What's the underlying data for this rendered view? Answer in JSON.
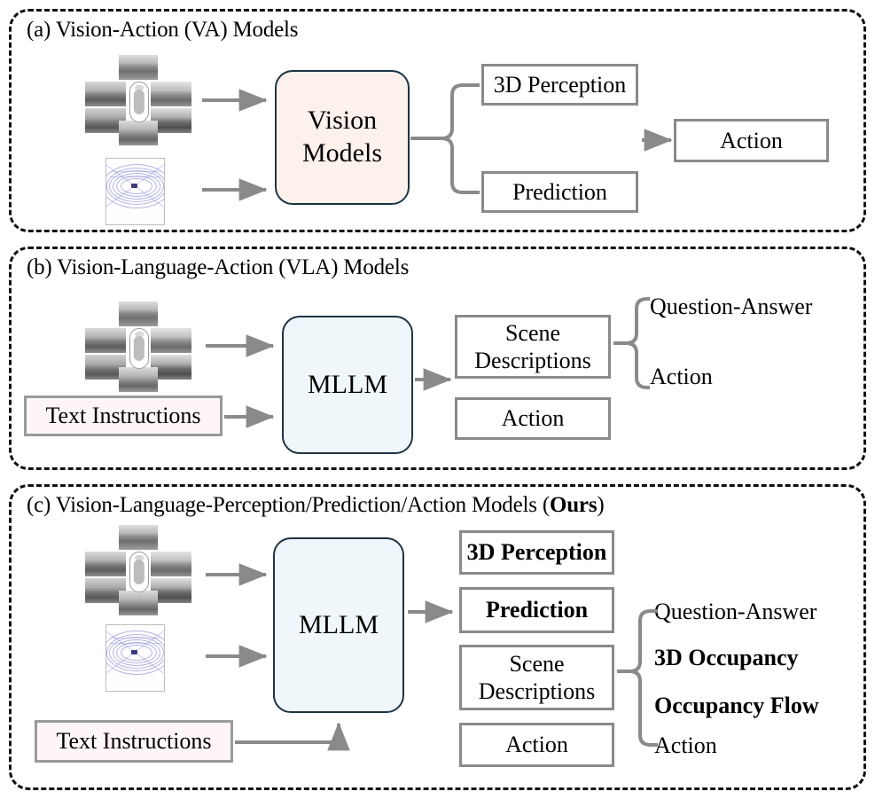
{
  "figure": {
    "type": "diagram",
    "description": "Three-panel comparison of autonomous-driving model paradigms"
  },
  "panels": [
    {
      "id": "a",
      "title_plain": "(a) Vision-Action (VA) Models",
      "title_prefix": "(a) Vision-Action (VA) Models",
      "title_bold": "",
      "title_suffix": "",
      "inputs": [
        {
          "name": "multi-view-camera-images",
          "kind": "image-montage",
          "views": 6
        },
        {
          "name": "lidar-point-cloud",
          "kind": "point-cloud"
        }
      ],
      "model": {
        "label": "Vision\nModels",
        "line1": "Vision",
        "line2": "Models",
        "fill": "#fdf1ec",
        "stroke": "#1d3444"
      },
      "outputs": [
        {
          "label": "3D Perception",
          "bold": false
        },
        {
          "label": "Prediction",
          "bold": false
        }
      ],
      "final": {
        "label": "Action",
        "bold": false
      }
    },
    {
      "id": "b",
      "title_plain": "(b) Vision-Language-Action (VLA) Models",
      "title_prefix": "(b) Vision-Language-Action (VLA) Models",
      "title_bold": "",
      "title_suffix": "",
      "inputs": [
        {
          "name": "multi-view-camera-images",
          "kind": "image-montage",
          "views": 6
        },
        {
          "name": "text-instructions",
          "kind": "text-box",
          "label": "Text Instructions"
        }
      ],
      "model": {
        "label": "MLLM",
        "line1": "MLLM",
        "line2": "",
        "fill": "#f0f7fb",
        "stroke": "#1d3444"
      },
      "outputs": [
        {
          "label": "Scene\nDescriptions",
          "line1": "Scene",
          "line2": "Descriptions",
          "bold": false
        },
        {
          "label": "Action",
          "line1": "Action",
          "line2": "",
          "bold": false
        }
      ],
      "brace_items": [
        {
          "label": "Question-Answer",
          "bold": false
        },
        {
          "label": "Action",
          "bold": false
        }
      ]
    },
    {
      "id": "c",
      "title_plain": "(c) Vision-Language-Perception/Prediction/Action Models (Ours)",
      "title_prefix": "(c) Vision-Language-Perception/Prediction/Action Models (",
      "title_bold": "Ours",
      "title_suffix": ")",
      "inputs": [
        {
          "name": "multi-view-camera-images",
          "kind": "image-montage",
          "views": 6
        },
        {
          "name": "lidar-point-cloud",
          "kind": "point-cloud"
        },
        {
          "name": "text-instructions",
          "kind": "text-box",
          "label": "Text Instructions"
        }
      ],
      "model": {
        "label": "MLLM",
        "line1": "MLLM",
        "line2": "",
        "fill": "#f0f7fb",
        "stroke": "#1d3444"
      },
      "outputs": [
        {
          "label": "3D Perception",
          "line1": "3D Perception",
          "line2": "",
          "bold": true
        },
        {
          "label": "Prediction",
          "line1": "Prediction",
          "line2": "",
          "bold": true
        },
        {
          "label": "Scene\nDescriptions",
          "line1": "Scene",
          "line2": "Descriptions",
          "bold": false
        },
        {
          "label": "Action",
          "line1": "Action",
          "line2": "",
          "bold": false
        }
      ],
      "brace_items": [
        {
          "label": "Question-Answer",
          "bold": false
        },
        {
          "label": "3D Occupancy",
          "bold": true
        },
        {
          "label": "Occupancy Flow",
          "bold": true
        },
        {
          "label": "Action",
          "bold": false
        }
      ]
    }
  ],
  "labels": {
    "text_instructions": "Text Instructions",
    "vision_models_l1": "Vision",
    "vision_models_l2": "Models",
    "mllm": "MLLM",
    "perception_3d": "3D Perception",
    "prediction": "Prediction",
    "action": "Action",
    "scene_l1": "Scene",
    "scene_l2": "Descriptions",
    "question_answer": "Question-Answer",
    "occupancy_3d": "3D Occupancy",
    "occupancy_flow": "Occupancy Flow"
  },
  "colors": {
    "panel_border": "#111111",
    "box_border": "#8a8a8a",
    "vision_fill": "#fdf1ec",
    "mllm_fill": "#f0f7fb",
    "text_box_fill": "#fdf5fa",
    "model_stroke": "#1d3444",
    "arrow": "#8a8a8a",
    "lidar_points": "#5a5abe"
  }
}
